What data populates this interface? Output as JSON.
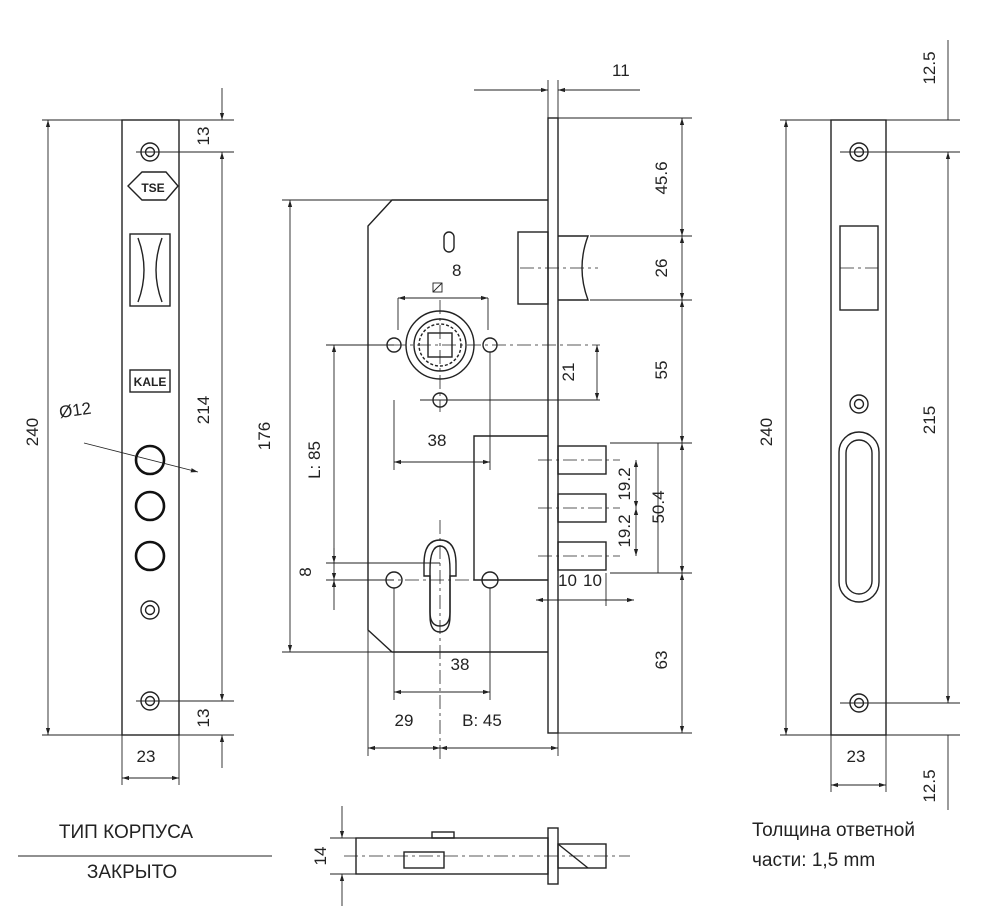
{
  "dimensions": {
    "faceplate_top": "13",
    "faceplate_bottom": "13",
    "faceplate_height": "240",
    "faceplate_holes": "214",
    "faceplate_width": "23",
    "hole_diameter": "Ø12",
    "backplate_thickness": "11",
    "latch_top": "45.6",
    "latch_height": "26",
    "latch_to_bolt": "55",
    "bolt_pitch_a": "19.2",
    "bolt_pitch_b": "19.2",
    "bolt_span": "50.4",
    "bolt_bottom": "63",
    "bolt_throw_a": "10",
    "bolt_throw_b": "10",
    "body_height": "176",
    "handle_center": "L: 85",
    "spindle_square": "8",
    "spindle_offset": "21",
    "rosette_spacing_top": "38",
    "rosette_spacing_bottom": "38",
    "cylinder_offset": "8",
    "backset_left": "29",
    "backset": "B: 45",
    "strike_height": "240",
    "strike_holes": "215",
    "strike_width": "23",
    "strike_top": "12.5",
    "strike_bottom": "12.5",
    "side_thickness": "14"
  },
  "logos": {
    "tse": "TSE",
    "kale": "KALE"
  },
  "labels": {
    "body_type_title": "ТИП КОРПУСА",
    "body_type_value": "ЗАКРЫТО",
    "strike_note_line1": "Толщина ответной",
    "strike_note_line2": "части: 1,5 mm"
  }
}
